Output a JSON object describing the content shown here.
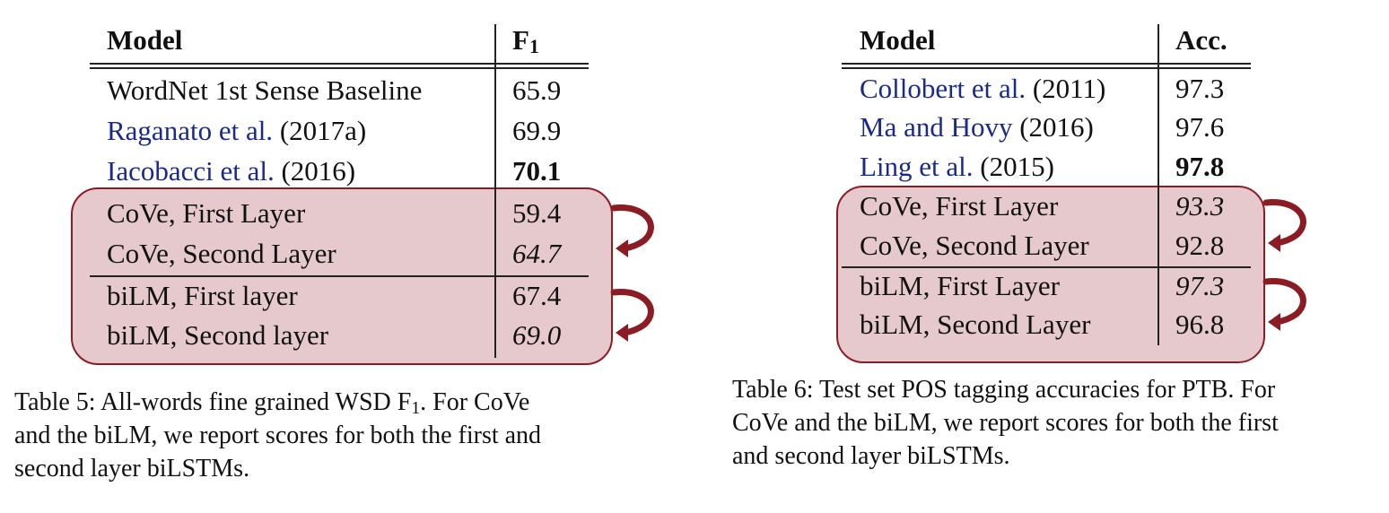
{
  "table5": {
    "header": {
      "model": "Model",
      "score": "F",
      "score_sub": "1"
    },
    "rows": [
      {
        "model": "WordNet 1st Sense Baseline",
        "score": "65.9"
      },
      {
        "model_cite": "Raganato et al.",
        "model_year": "(2017a)",
        "score": "69.9"
      },
      {
        "model_cite": "Iacobacci et al.",
        "model_year": "(2016)",
        "score": "70.1"
      },
      {
        "model": "CoVe, First Layer",
        "score": "59.4"
      },
      {
        "model": "CoVe, Second Layer",
        "score": "64.7"
      },
      {
        "model": "biLM, First layer",
        "score": "67.4"
      },
      {
        "model": "biLM, Second layer",
        "score": "69.0"
      }
    ],
    "caption_lines": [
      "Table 5: All-words fine grained WSD F",
      "and the biLM, we report scores for both the first and",
      "second layer biLSTMs."
    ],
    "caption_sub": "1",
    "caption_tail": ".  For CoVe"
  },
  "table6": {
    "header": {
      "model": "Model",
      "score": "Acc."
    },
    "rows": [
      {
        "model_cite": "Collobert et al.",
        "model_year": "(2011)",
        "score": "97.3"
      },
      {
        "model_cite": "Ma and Hovy",
        "model_year": "(2016)",
        "score": "97.6"
      },
      {
        "model_cite": "Ling et al.",
        "model_year": "(2015)",
        "score": "97.8"
      },
      {
        "model": "CoVe, First Layer",
        "score": "93.3"
      },
      {
        "model": "CoVe, Second Layer",
        "score": "92.8"
      },
      {
        "model": "biLM, First Layer",
        "score": "97.3"
      },
      {
        "model": "biLM, Second Layer",
        "score": "96.8"
      }
    ],
    "caption_lines": [
      "Table 6: Test set POS tagging accuracies for PTB. For",
      "CoVe and the biLM, we report scores for both the first",
      "and second layer biLSTMs."
    ]
  },
  "colors": {
    "highlight_fill": "#e6c9cc",
    "highlight_border": "#8b1c24",
    "citation": "#1a2a8a",
    "arrow": "#8b1c24"
  },
  "icons": [
    "curved-arrow-icon"
  ]
}
